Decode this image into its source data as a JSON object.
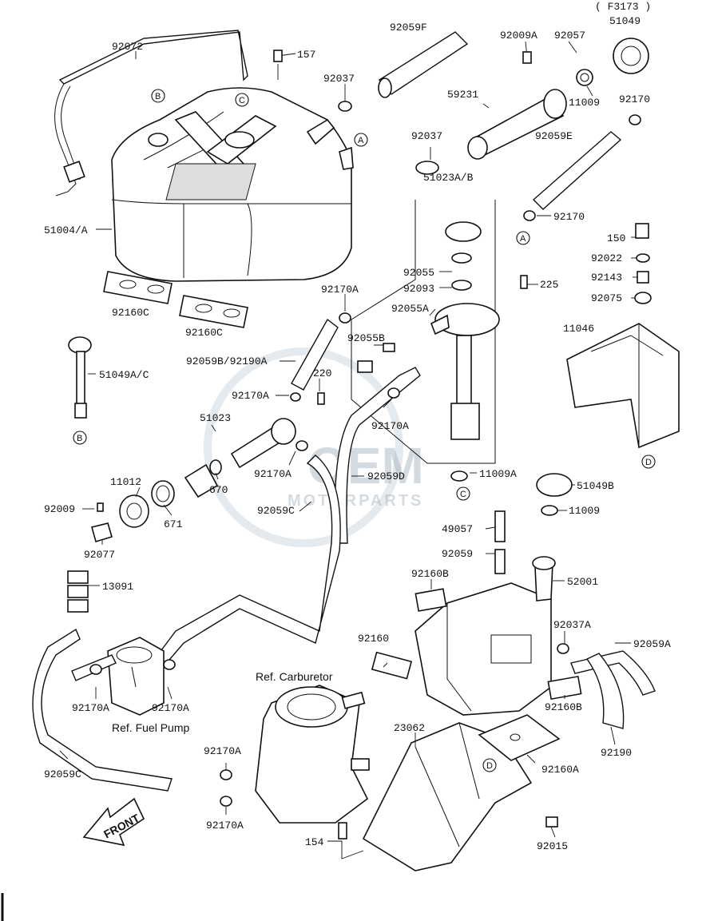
{
  "figure_code": "( F3173 )",
  "watermark": {
    "brand": "OEM",
    "sub": "MOTORPARTS"
  },
  "labels": {
    "p92072": "92072",
    "p157": "157",
    "p92059F": "92059F",
    "p92009A": "92009A",
    "p92057": "92057",
    "p51049": "51049",
    "p92037a": "92037",
    "p59231": "59231",
    "p11009a": "11009",
    "p92170": "92170",
    "p92037b": "92037",
    "p92059E": "92059E",
    "p51023AB": "51023A/B",
    "p92170b": "92170",
    "p51004A": "51004/A",
    "p150": "150",
    "p92022": "92022",
    "p92055": "92055",
    "p92143": "92143",
    "p92093": "92093",
    "p225": "225",
    "p92075": "92075",
    "p92170A_1": "92170A",
    "p92055A": "92055A",
    "p92160C_1": "92160C",
    "p92160C_2": "92160C",
    "p11046": "11046",
    "p92055B": "92055B",
    "p92059B": "92059B/92190A",
    "p220": "220",
    "p51049AC": "51049A/C",
    "p92170A_2": "92170A",
    "p92170A_3": "92170A",
    "p51023": "51023",
    "p92170A_4": "92170A",
    "p92059D": "92059D",
    "p11009A": "11009A",
    "p11012": "11012",
    "p670": "670",
    "p92009": "92009",
    "p671": "671",
    "p92059C_1": "92059C",
    "p51049B": "51049B",
    "p11009b": "11009",
    "p92077": "92077",
    "p49057": "49057",
    "p92059": "92059",
    "p13091": "13091",
    "p92160B_1": "92160B",
    "p52001": "52001",
    "p92037A": "92037A",
    "p92160": "92160",
    "p92059A": "92059A",
    "p92160B_2": "92160B",
    "p92170A_5": "92170A",
    "p92170A_6": "92170A",
    "p23062": "23062",
    "p92190": "92190",
    "p92059C_2": "92059C",
    "p92170A_7": "92170A",
    "p92160A": "92160A",
    "p92170A_8": "92170A",
    "p92015": "92015",
    "p154": "154"
  },
  "refs": {
    "carburetor": "Ref. Carburetor",
    "fuel_pump": "Ref. Fuel Pump",
    "front": "FRONT"
  },
  "callouts": {
    "A1": "A",
    "A2": "A",
    "B1": "B",
    "B2": "B",
    "C1": "C",
    "C2": "C",
    "D1": "D",
    "D2": "D"
  }
}
